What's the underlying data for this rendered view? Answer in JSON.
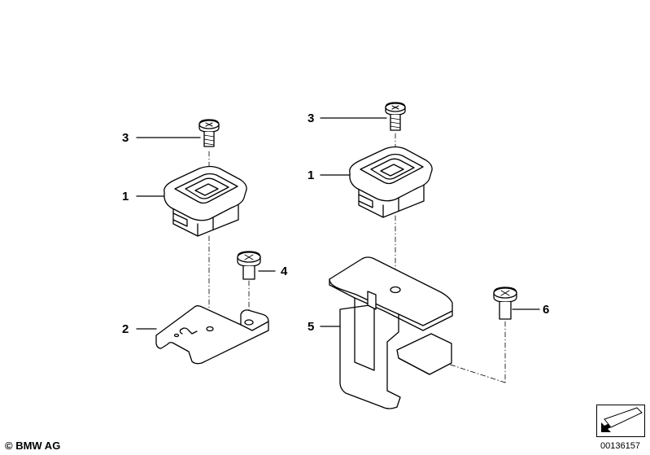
{
  "callouts": {
    "left_screw_top": "3",
    "left_cover": "1",
    "left_bracket": "2",
    "left_screw_side": "4",
    "right_screw_top": "3",
    "right_cover": "1",
    "right_bracket": "5",
    "right_screw_side": "6"
  },
  "footer": {
    "copyright": "© BMW AG",
    "diagram_id": "00136157"
  },
  "icons": {
    "navigation": "arrow-nav-icon"
  },
  "colors": {
    "line": "#000000",
    "background": "#ffffff"
  }
}
